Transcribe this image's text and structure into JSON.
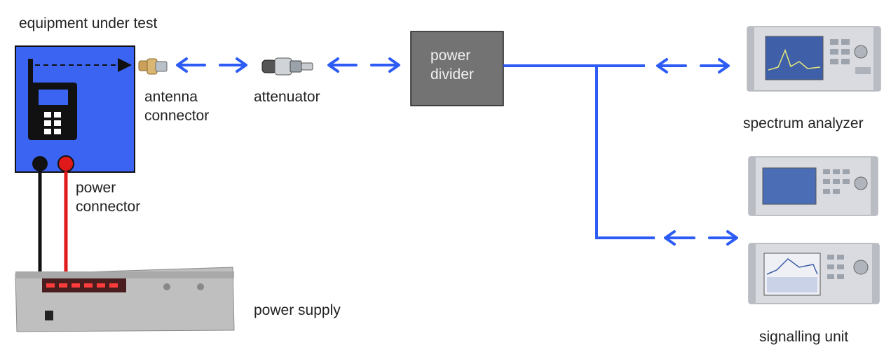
{
  "labels": {
    "eut": "equipment under test",
    "antenna_line1": "antenna",
    "antenna_line2": "connector",
    "attenuator": "attenuator",
    "divider_line1": "power",
    "divider_line2": "divider",
    "spectrum_analyzer": "spectrum analyzer",
    "power_connector_line1": "power",
    "power_connector_line2": "connector",
    "power_supply": "power supply",
    "signalling_unit": "signalling unit"
  },
  "colors": {
    "eut_fill": "#3c64f2",
    "link_blue": "#2d5bf5",
    "divider_fill": "#737373",
    "wire_black": "#111111",
    "wire_red": "#e01a1a",
    "instrument_body": "#d9dbe0",
    "instrument_screen": "#3f5fa8"
  }
}
